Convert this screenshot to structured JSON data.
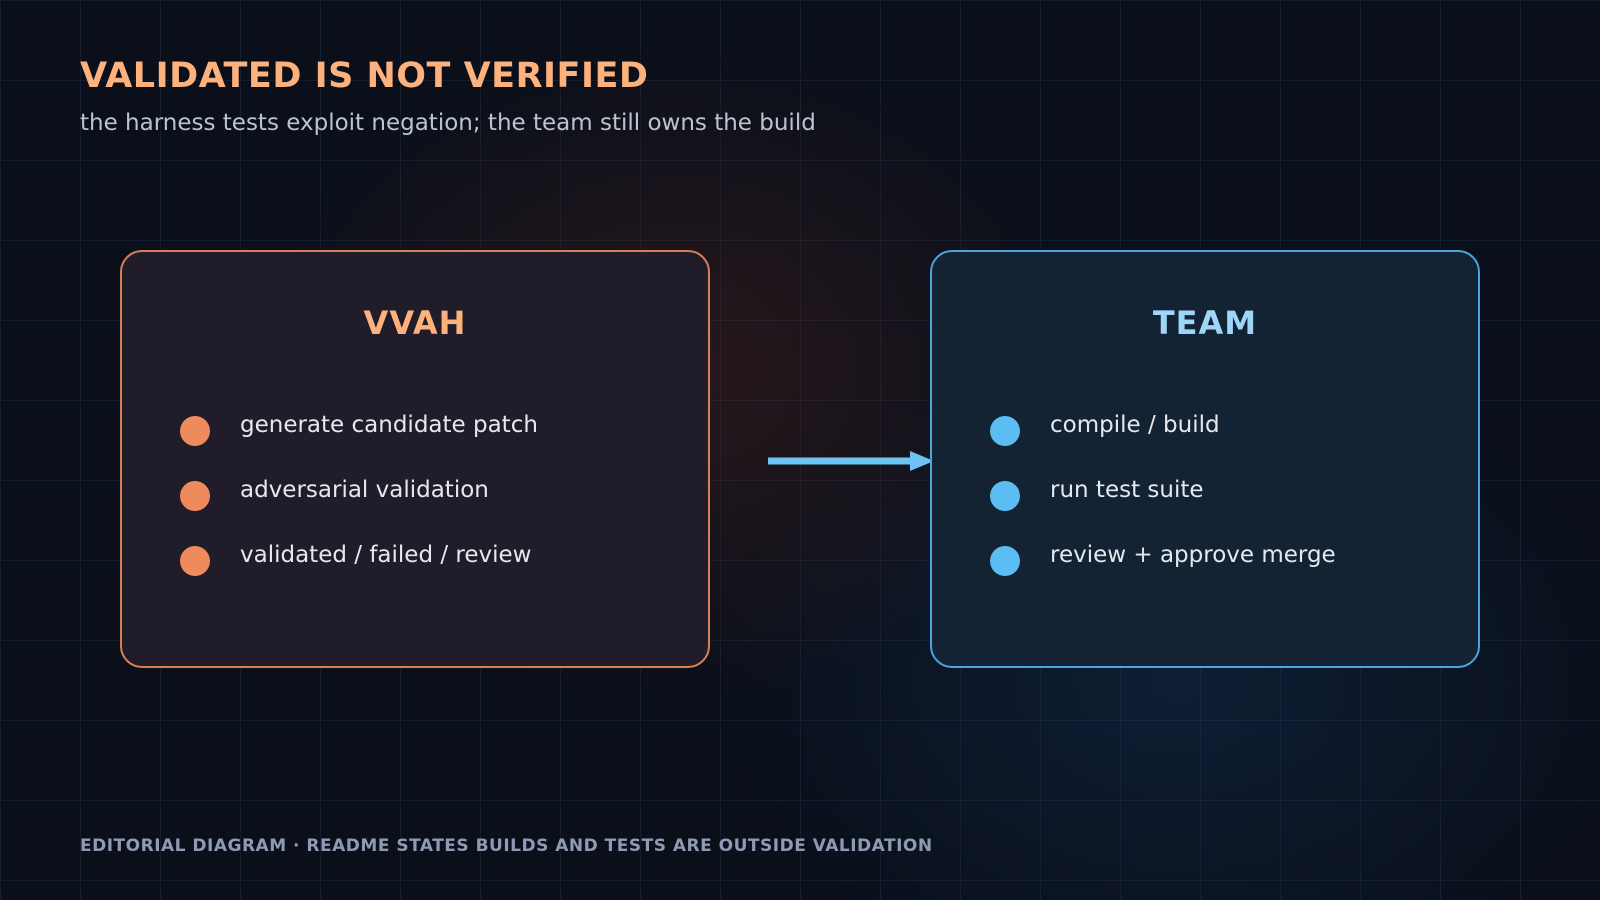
{
  "header": {
    "title": "VALIDATED IS NOT VERIFIED",
    "subtitle": "the harness tests exploit negation; the team still owns the build"
  },
  "panels": {
    "left": {
      "title": "VVAH",
      "color": "#d77f57",
      "items": [
        "generate candidate patch",
        "adversarial validation",
        "validated / failed / review"
      ]
    },
    "right": {
      "title": "TEAM",
      "color": "#4ba4dd",
      "items": [
        "compile / build",
        "run test suite",
        "review + approve merge"
      ]
    }
  },
  "arrow": {
    "from": "VVAH",
    "to": "TEAM",
    "color": "#6cc4f4"
  },
  "footer": {
    "caption": "EDITORIAL DIAGRAM · README STATES BUILDS AND TESTS ARE OUTSIDE VALIDATION"
  }
}
